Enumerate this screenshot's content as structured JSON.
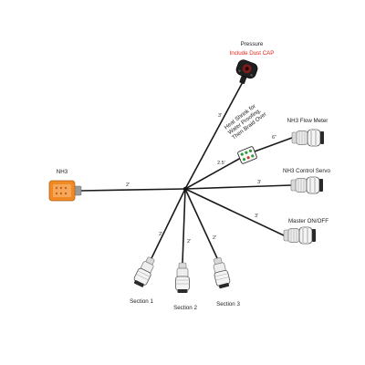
{
  "pressure": {
    "title": "Pressure",
    "note": "Include Dust CAP",
    "note_color": "#e2231a",
    "length": "3'"
  },
  "heat_shrink": {
    "line1": "Heat Shrink for",
    "line2": "Water Proofing,",
    "line3": "Then Braid Over",
    "length": "2.5'"
  },
  "nh3": {
    "label": "NH3",
    "length": "2'",
    "connector_color": "#f08a24"
  },
  "flow_meter": {
    "label": "NH3 Flow Meter",
    "length": "6\""
  },
  "control_servo": {
    "label": "NH3 Control Servo",
    "length": "3'"
  },
  "master": {
    "label": "Master ON/OFF",
    "length": "3'"
  },
  "sections": [
    {
      "label": "Section 1",
      "length": "2'"
    },
    {
      "label": "Section 2",
      "length": "2'"
    },
    {
      "label": "Section 3",
      "length": "2'"
    }
  ]
}
